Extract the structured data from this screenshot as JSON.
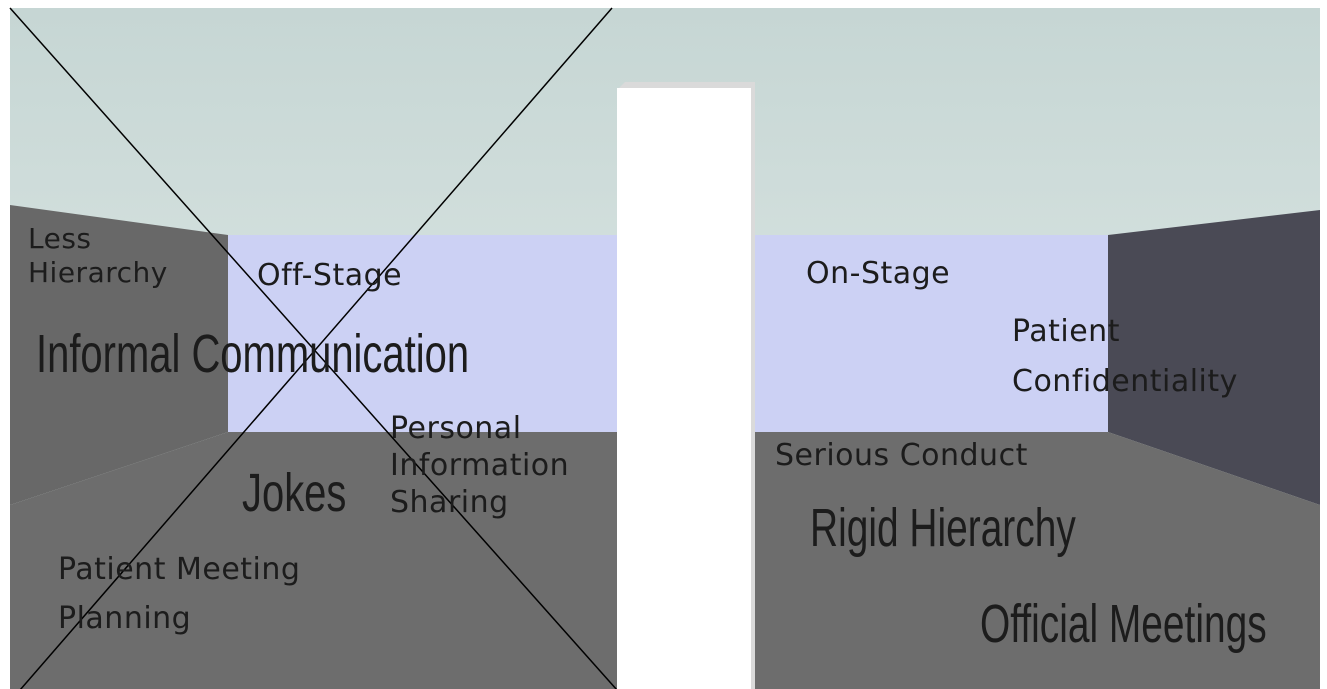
{
  "colors": {
    "sky_top": "#c6d6d4",
    "sky_bottom": "#e6eeeb",
    "back_wall": "#ccd1f4",
    "left_side_wall": "#686868",
    "right_side_wall": "#4a4a55",
    "floor": "#6d6d6d",
    "divider": "#ffffff",
    "cross_lines": "#000000"
  },
  "off_stage": {
    "title": "Off-Stage",
    "less_hierarchy": [
      "Less",
      "Hierarchy"
    ],
    "informal_communication": "Informal Communication",
    "personal_sharing": [
      "Personal",
      "Information",
      "Sharing"
    ],
    "jokes": "Jokes",
    "patient_meeting": [
      "Patient Meeting",
      "Planning"
    ],
    "crossed_out": true
  },
  "on_stage": {
    "title": "On-Stage",
    "patient_confidentiality": [
      "Patient",
      "Confidentiality"
    ],
    "serious_conduct": "Serious Conduct",
    "rigid_hierarchy": "Rigid Hierarchy",
    "official_meetings": "Official Meetings"
  }
}
